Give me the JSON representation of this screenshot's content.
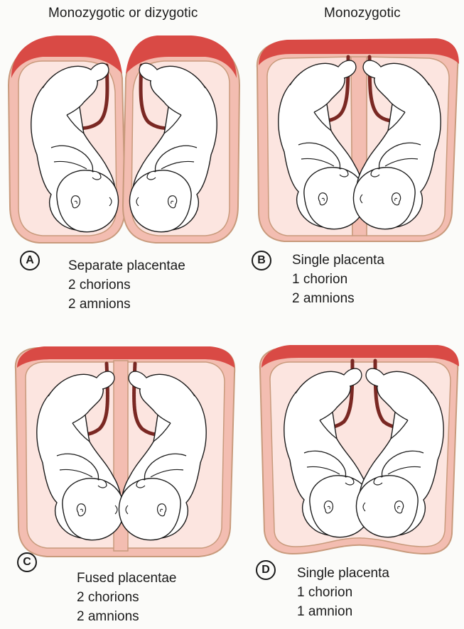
{
  "headings": {
    "left": "Monozygotic or dizygotic",
    "right": "Monozygotic"
  },
  "panels": [
    {
      "letter": "A",
      "lines": [
        "Separate placentae",
        "2 chorions",
        "2 amnions"
      ]
    },
    {
      "letter": "B",
      "lines": [
        "Single placenta",
        "1 chorion",
        "2 amnions"
      ]
    },
    {
      "letter": "C",
      "lines": [
        "Fused placentae",
        "2 chorions",
        "2 amnions"
      ]
    },
    {
      "letter": "D",
      "lines": [
        "Single placenta",
        "1 chorion",
        "1 amnion"
      ]
    }
  ],
  "colors": {
    "placenta": "#d94a45",
    "placenta_light": "#ef9c90",
    "chorion": "#f3bdb1",
    "amnion_fill": "#fce5e0",
    "membrane_line": "#c89a7c",
    "cord": "#7a2823",
    "fetus_line": "#1b1b1b",
    "fetus_fill": "#ffffff"
  }
}
